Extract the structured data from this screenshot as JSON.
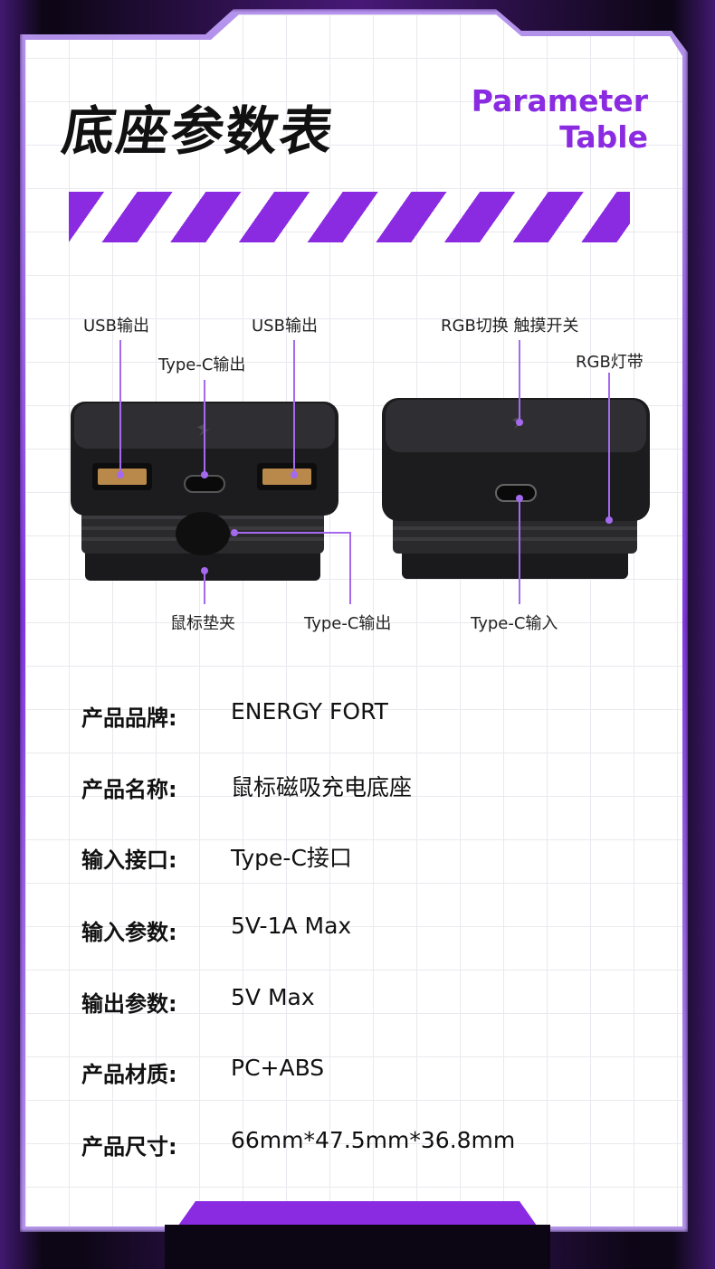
{
  "header": {
    "title_zh": "底座参数表",
    "title_en_line1": "Parameter",
    "title_en_line2": "Table"
  },
  "callouts": {
    "usb_left": "USB输出",
    "typec_top": "Type-C输出",
    "usb_right": "USB输出",
    "rgb_switch": "RGB切换 触摸开关",
    "rgb_strip": "RGB灯带",
    "mouse_pad_clip": "鼠标垫夹",
    "typec_bottom": "Type-C输出",
    "typec_input": "Type-C输入"
  },
  "specs": [
    {
      "label": "产品品牌:",
      "value": "ENERGY FORT"
    },
    {
      "label": "产品名称:",
      "value": "鼠标磁吸充电底座"
    },
    {
      "label": "输入接口:",
      "value": "Type-C接口"
    },
    {
      "label": "输入参数:",
      "value": "5V-1A Max"
    },
    {
      "label": "输出参数:",
      "value": "5V Max"
    },
    {
      "label": "产品材质:",
      "value": "PC+ABS"
    },
    {
      "label": "产品尺寸:",
      "value": "66mm*47.5mm*36.8mm"
    }
  ],
  "colors": {
    "accent": "#8a2be2",
    "line": "#a469ee",
    "device": "#1c1c1e"
  }
}
